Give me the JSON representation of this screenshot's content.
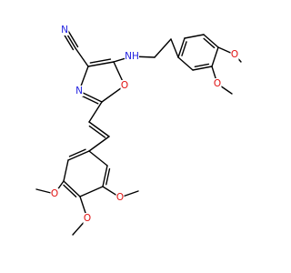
{
  "molecule": {
    "colors": {
      "carbon": "#000000",
      "nitrogen": "#1f1fe0",
      "oxygen": "#e01010",
      "background": "#ffffff"
    },
    "atom_labels": [
      {
        "id": "n_nitrile",
        "text": "N",
        "element": "N"
      },
      {
        "id": "nh_amine",
        "text": "NH",
        "element": "N"
      },
      {
        "id": "n_ring",
        "text": "N",
        "element": "N"
      },
      {
        "id": "o_ring",
        "text": "O",
        "element": "O"
      },
      {
        "id": "o_ar1",
        "text": "O",
        "element": "O"
      },
      {
        "id": "o_ar2",
        "text": "O",
        "element": "O"
      },
      {
        "id": "o_tm_left",
        "text": "O",
        "element": "O"
      },
      {
        "id": "o_tm_right",
        "text": "O",
        "element": "O"
      },
      {
        "id": "o_tm_bottom",
        "text": "O",
        "element": "O"
      }
    ]
  }
}
